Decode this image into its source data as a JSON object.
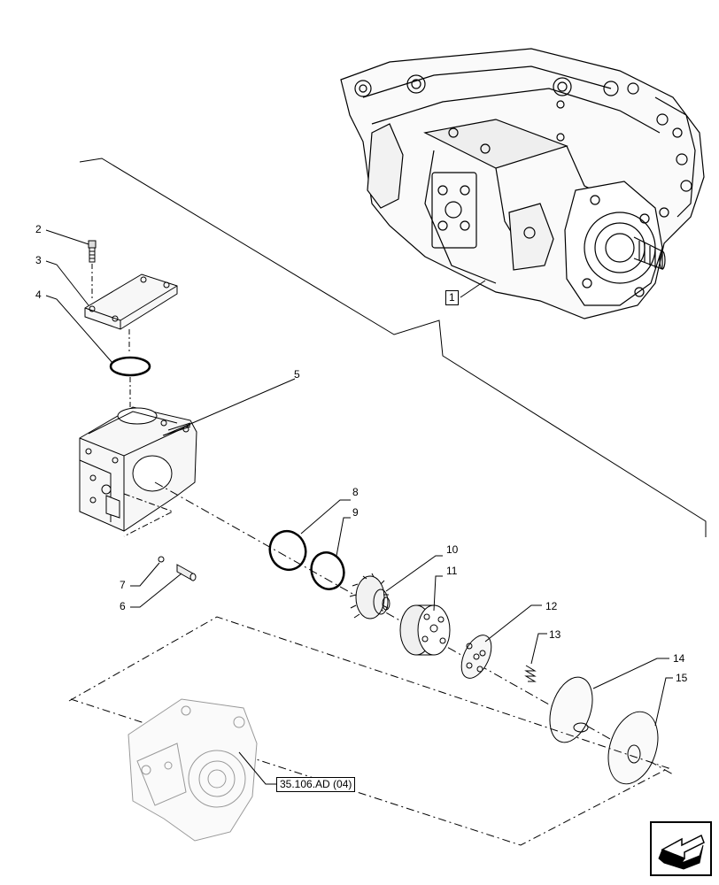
{
  "callouts": [
    {
      "id": "1",
      "label": "1"
    },
    {
      "id": "2",
      "label": "2"
    },
    {
      "id": "3",
      "label": "3"
    },
    {
      "id": "4",
      "label": "4"
    },
    {
      "id": "5",
      "label": "5"
    },
    {
      "id": "6",
      "label": "6"
    },
    {
      "id": "7",
      "label": "7"
    },
    {
      "id": "8",
      "label": "8"
    },
    {
      "id": "9",
      "label": "9"
    },
    {
      "id": "10",
      "label": "10"
    },
    {
      "id": "11",
      "label": "11"
    },
    {
      "id": "12",
      "label": "12"
    },
    {
      "id": "13",
      "label": "13"
    },
    {
      "id": "14",
      "label": "14"
    },
    {
      "id": "15",
      "label": "15"
    }
  ],
  "reference": {
    "label": "35.106.AD (04)"
  },
  "nav": {
    "icon": "next-page-arrow-icon"
  }
}
